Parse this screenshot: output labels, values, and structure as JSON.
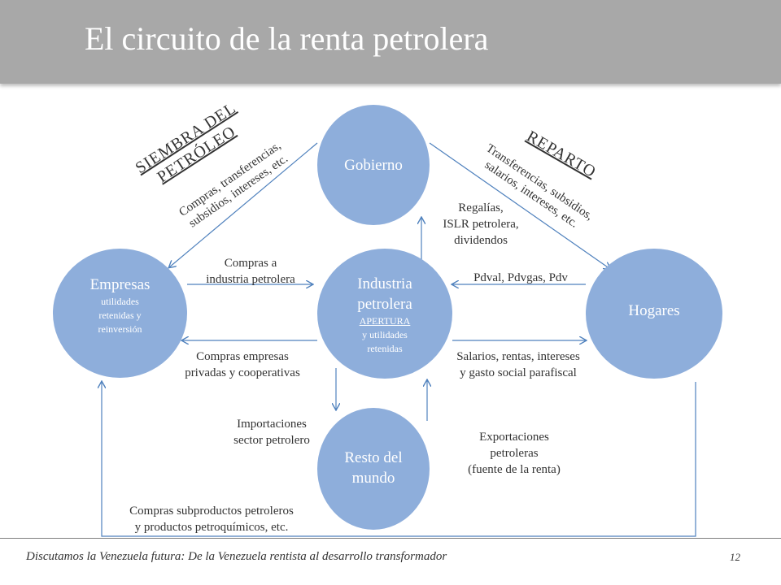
{
  "title": "El circuito de la renta petrolera",
  "nodes": {
    "gobierno": "Gobierno",
    "empresas": {
      "name": "Empresas",
      "sub1": "utilidades",
      "sub2": "retenidas y",
      "sub3": "reinversión"
    },
    "industria": {
      "name1": "Industria",
      "name2": "petrolera",
      "sub1": "APERTURA",
      "sub2": "y utilidades",
      "sub3": "retenidas"
    },
    "hogares": "Hogares",
    "resto": {
      "name1": "Resto del",
      "name2": "mundo"
    }
  },
  "headings": {
    "siembra1": "SIEMBRA DEL",
    "siembra2": "PETRÓLEO",
    "reparto": "REPARTO"
  },
  "labels": {
    "compras_transf1": "Compras, transferencias,",
    "compras_transf2": "subsidios, intereses, etc.",
    "transf_subs1": "Transferencias, subsidios,",
    "transf_subs2": "salarios, intereses, etc.",
    "regalias1": "Regalías,",
    "regalias2": "ISLR petrolera,",
    "regalias3": "dividendos",
    "compras_ind1": "Compras a",
    "compras_ind2": "industria petrolera",
    "pdval": "Pdval, Pdvgas, Pdv",
    "compras_emp1": "Compras empresas",
    "compras_emp2": "privadas y cooperativas",
    "salarios1": "Salarios, rentas, intereses",
    "salarios2": "y gasto social parafiscal",
    "import1": "Importaciones",
    "import2": "sector petrolero",
    "export1": "Exportaciones",
    "export2": "petroleras",
    "export3": "(fuente de la renta)",
    "subprod1": "Compras subproductos petroleros",
    "subprod2": "y productos petroquímicos, etc."
  },
  "footer": {
    "text": "Discutamos la Venezuela futura: De la Venezuela rentista al desarrollo transformador",
    "page": "12"
  },
  "colors": {
    "node": "#8eaedb",
    "arrow": "#4f81bd",
    "header": "#a8a8a8"
  }
}
